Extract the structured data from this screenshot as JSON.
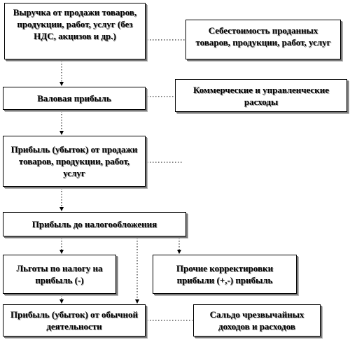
{
  "boxes": {
    "revenue": "Выручка от продажи товаров, продукции, работ, услуг (без НДС, акцизов и др.)",
    "cogs": "Себестоимость проданных товаров, продукции, работ, услуг",
    "gross_profit": "Валовая прибыль",
    "commercial_expenses": "Коммерческие и управленческие расходы",
    "sales_profit": "Прибыль (убыток) от продажи товаров, продукции, работ, услуг",
    "pretax_profit": "Прибыль до налогообложения",
    "tax_benefits": "Льготы по налогу на прибыль (-)",
    "other_adjustments": "Прочие корректировки прибыли (+,-) прибыль",
    "ordinary_profit": "Прибыль (убыток) от обычной деятельности",
    "emergency_balance": "Сальдо чрезвычайных доходов и расходов"
  },
  "colors": {
    "line": "#000000",
    "box_border": "#000000",
    "shadow": "#7a7a7a"
  }
}
